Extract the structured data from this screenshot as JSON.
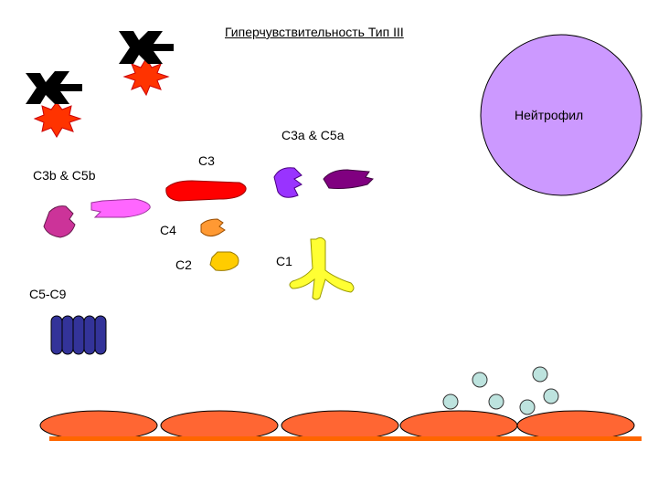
{
  "title": "Гиперчувствительность Тип III",
  "labels": {
    "neutrophil": "Нейтрофил",
    "c3a_c5a": "C3a & C5a",
    "c3": "C3",
    "c3b_c5b": "C3b & C5b",
    "c4": "C4",
    "c2": "C2",
    "c1": "C1",
    "c5_c9": "C5-C9"
  },
  "colors": {
    "neutrophil": "#cc99ff",
    "antigen": "#ff3300",
    "c3": "#ff0000",
    "c3b": "#cc3399",
    "c5b": "#ff66ff",
    "c3a": "#9933ff",
    "c5a": "#800080",
    "c4": "#ff9933",
    "c2": "#ffcc00",
    "c1": "#ffff33",
    "mac": "#333399",
    "endothelium": "#ff6633",
    "bubble": "#bde3de"
  }
}
